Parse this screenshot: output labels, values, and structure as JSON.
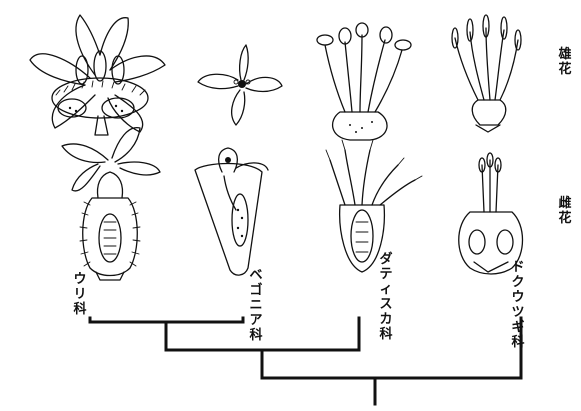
{
  "row_labels": {
    "male": "雄花",
    "female": "雌花"
  },
  "families": [
    {
      "id": "cucurbitaceae",
      "label": "ウリ科"
    },
    {
      "id": "begoniaceae",
      "label": "ベゴニア科"
    },
    {
      "id": "datiscaceae",
      "label": "ダティスカ科"
    },
    {
      "id": "coriariaceae",
      "label": "ドクウツギ科"
    }
  ],
  "icons": {
    "male_flowers": "flower-illustration",
    "female_flowers": "pistillate-flower-illustration"
  }
}
